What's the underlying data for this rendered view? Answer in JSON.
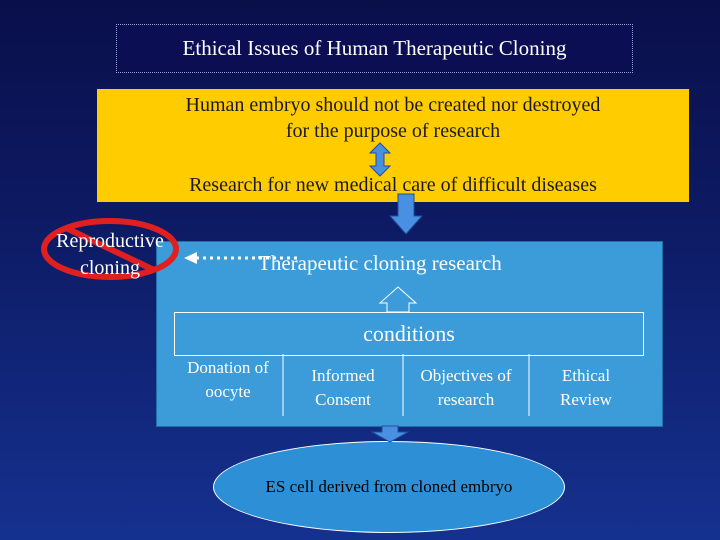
{
  "title": "Ethical Issues of Human Therapeutic Cloning",
  "yellow": {
    "line1": "Human embryo should not be created nor destroyed",
    "line2": "for the purpose of research",
    "line3": "Research for new medical care of difficult diseases"
  },
  "reproductive": {
    "line1": "Reproductive",
    "line2": "cloning"
  },
  "therapeutic": "Therapeutic cloning research",
  "conditions": {
    "title": "conditions",
    "items": [
      {
        "line1": "Donation of",
        "line2": "oocyte"
      },
      {
        "line1": "Informed",
        "line2": "Consent"
      },
      {
        "line1": "Objectives of",
        "line2": "research"
      },
      {
        "line1": "Ethical",
        "line2": "Review"
      }
    ]
  },
  "result": "ES cell derived from cloned embryo",
  "colors": {
    "yellow": "#ffcc00",
    "box_blue": "#3b9cd9",
    "arrow_blue": "#4a90e2",
    "prohibit_red": "#e02020"
  }
}
